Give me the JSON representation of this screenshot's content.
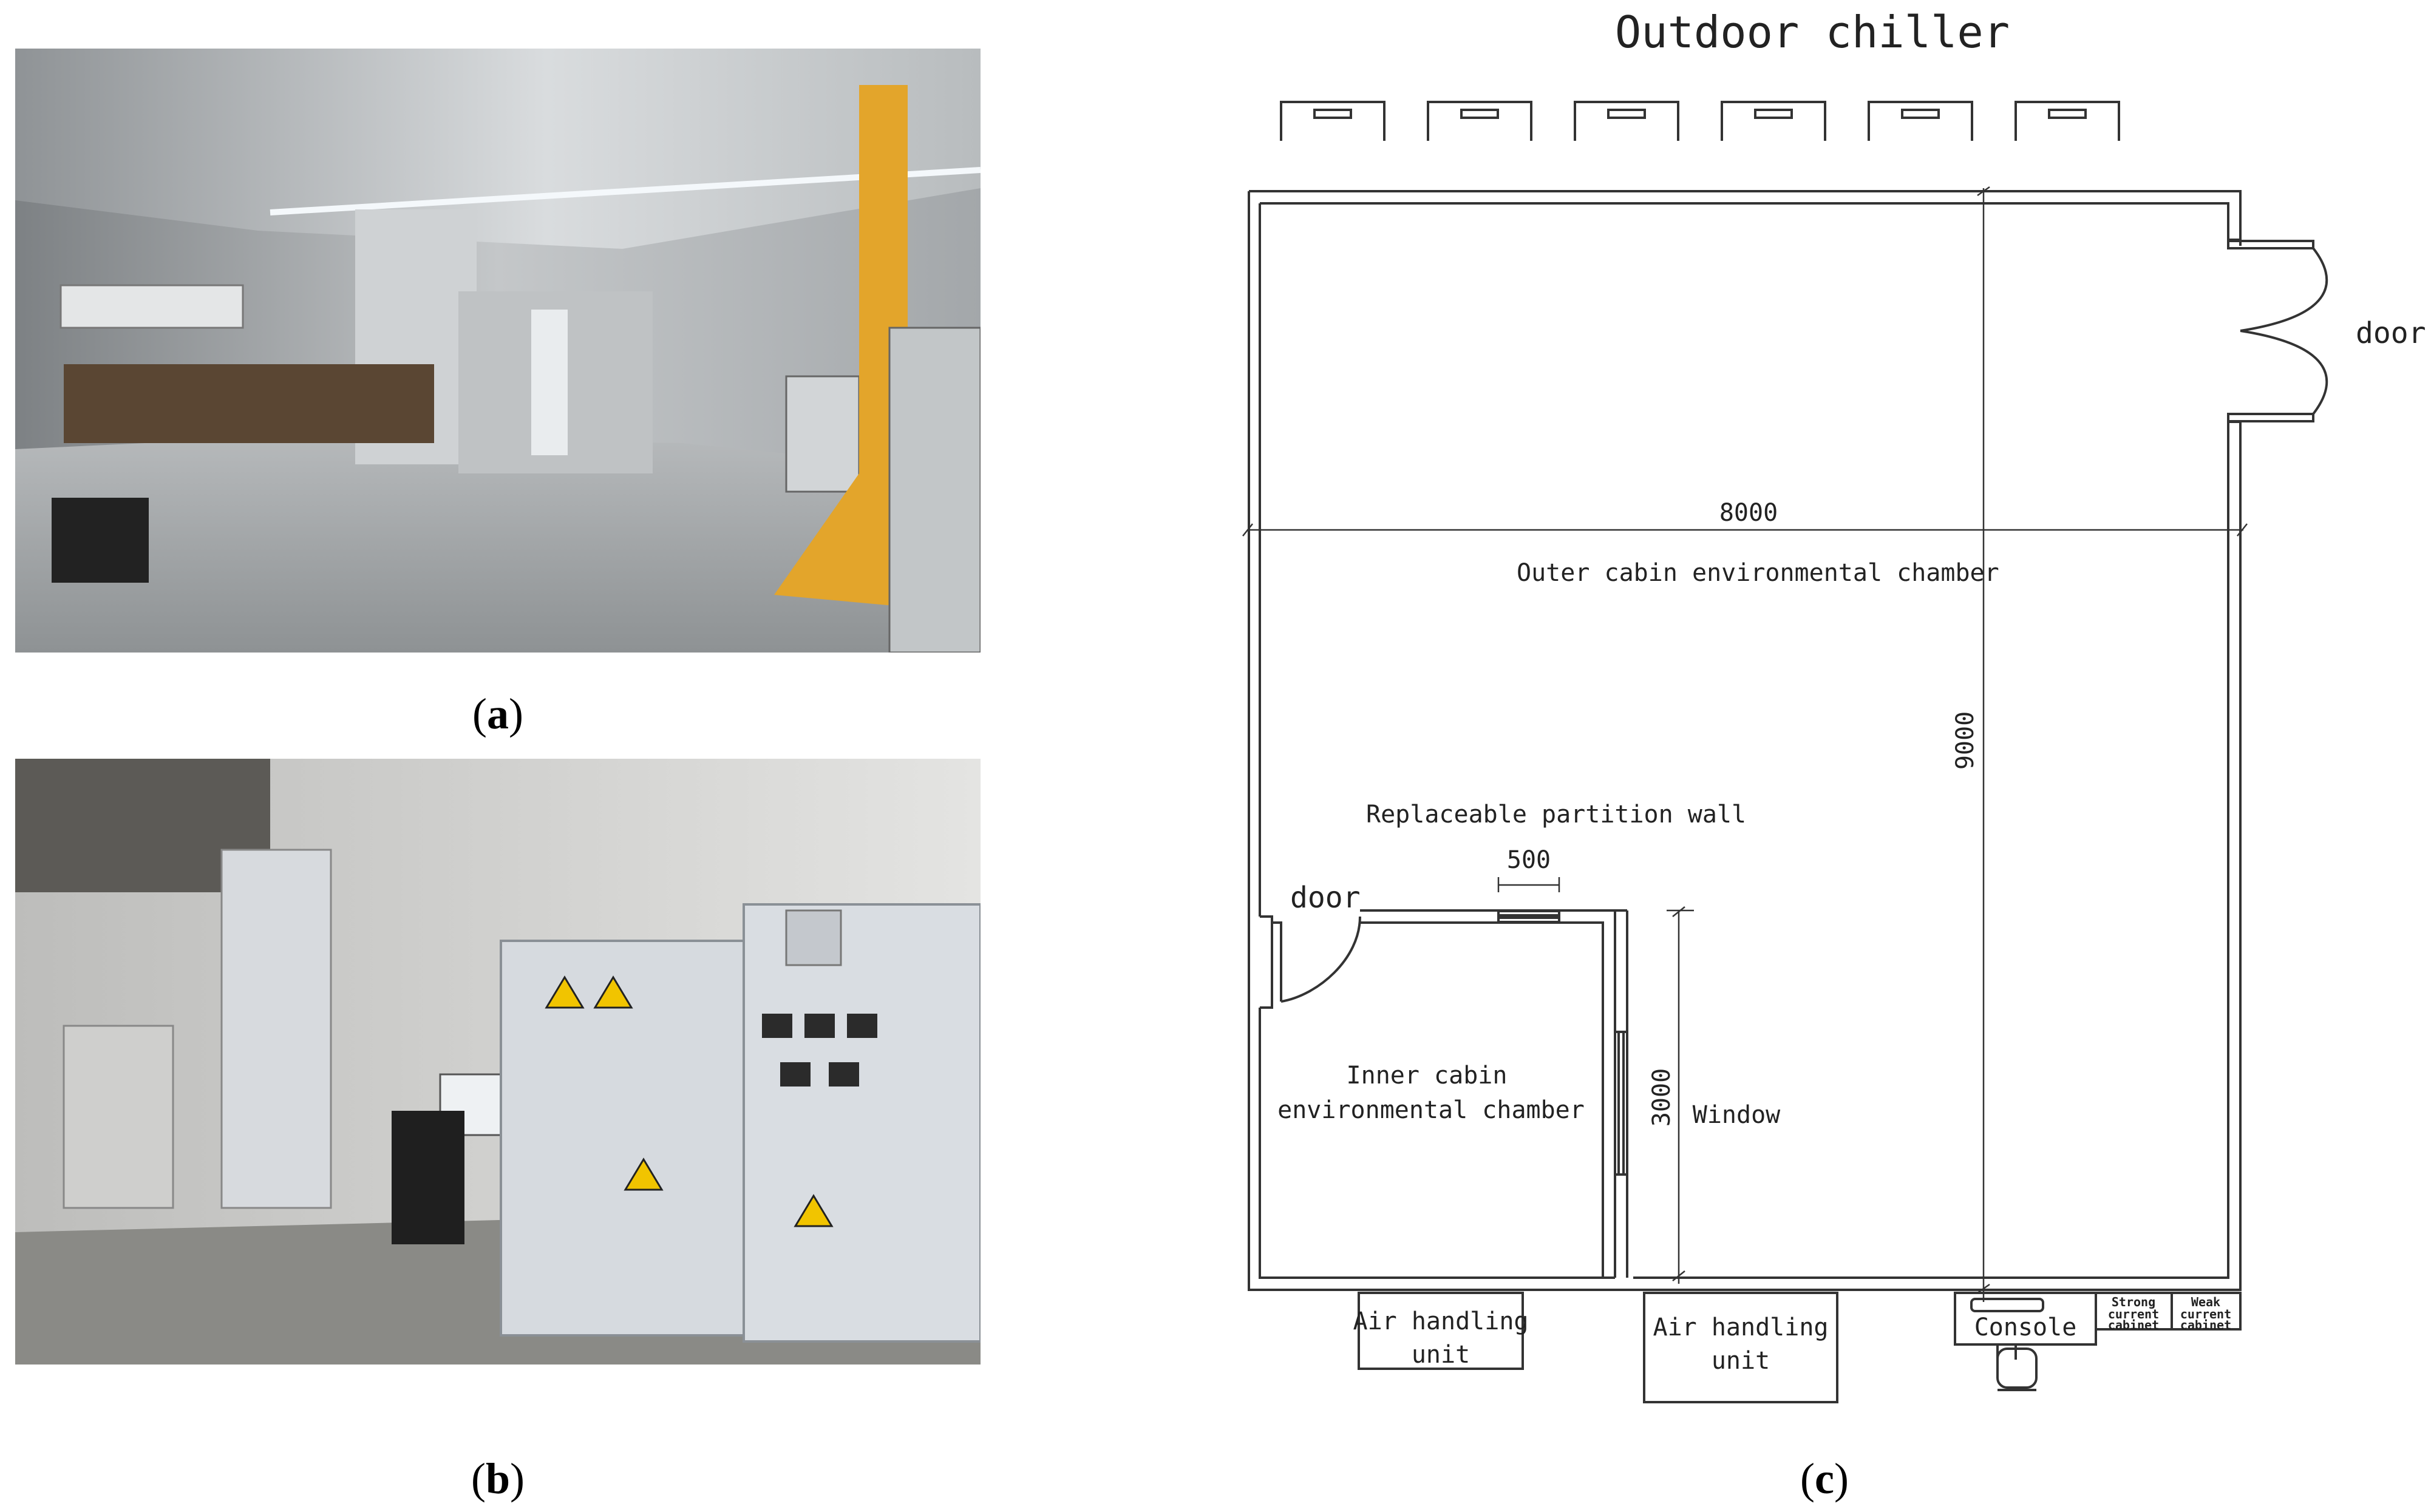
{
  "captions": {
    "a_open": "(",
    "a_letter": "a",
    "a_close": ")",
    "b_open": "(",
    "b_letter": "b",
    "b_close": ")",
    "c_open": "(",
    "c_letter": "c",
    "c_close": ")"
  },
  "plan": {
    "outdoor_chiller": "Outdoor chiller",
    "door_right": "door",
    "width_dim": "8000",
    "outer_chamber": "Outer cabin environmental chamber",
    "height_dim": "9000",
    "partition": "Replaceable partition wall",
    "partition_dim": "500",
    "door_left": "door",
    "inner_line1": "Inner cabin",
    "inner_line2": "environmental chamber",
    "window_dim": "3000",
    "window": "Window",
    "ahu1_line1": "Air handling",
    "ahu1_line2": "unit",
    "ahu2_line1": "Air handling",
    "ahu2_line2": "unit",
    "console": "Console",
    "strong_1": "Strong",
    "strong_2": "current",
    "strong_3": "cabinet",
    "weak_1": "Weak",
    "weak_2": "current",
    "weak_3": "cabinet"
  },
  "colors": {
    "line": "#333333",
    "photo_a_ceiling": "#c9ccce",
    "photo_a_floor": "#a9adb0",
    "photo_a_yellow": "#e3a52b",
    "photo_b_wall": "#d8d8d6",
    "photo_b_cabinet": "#d6dadf",
    "photo_b_floor": "#8a8a86"
  }
}
